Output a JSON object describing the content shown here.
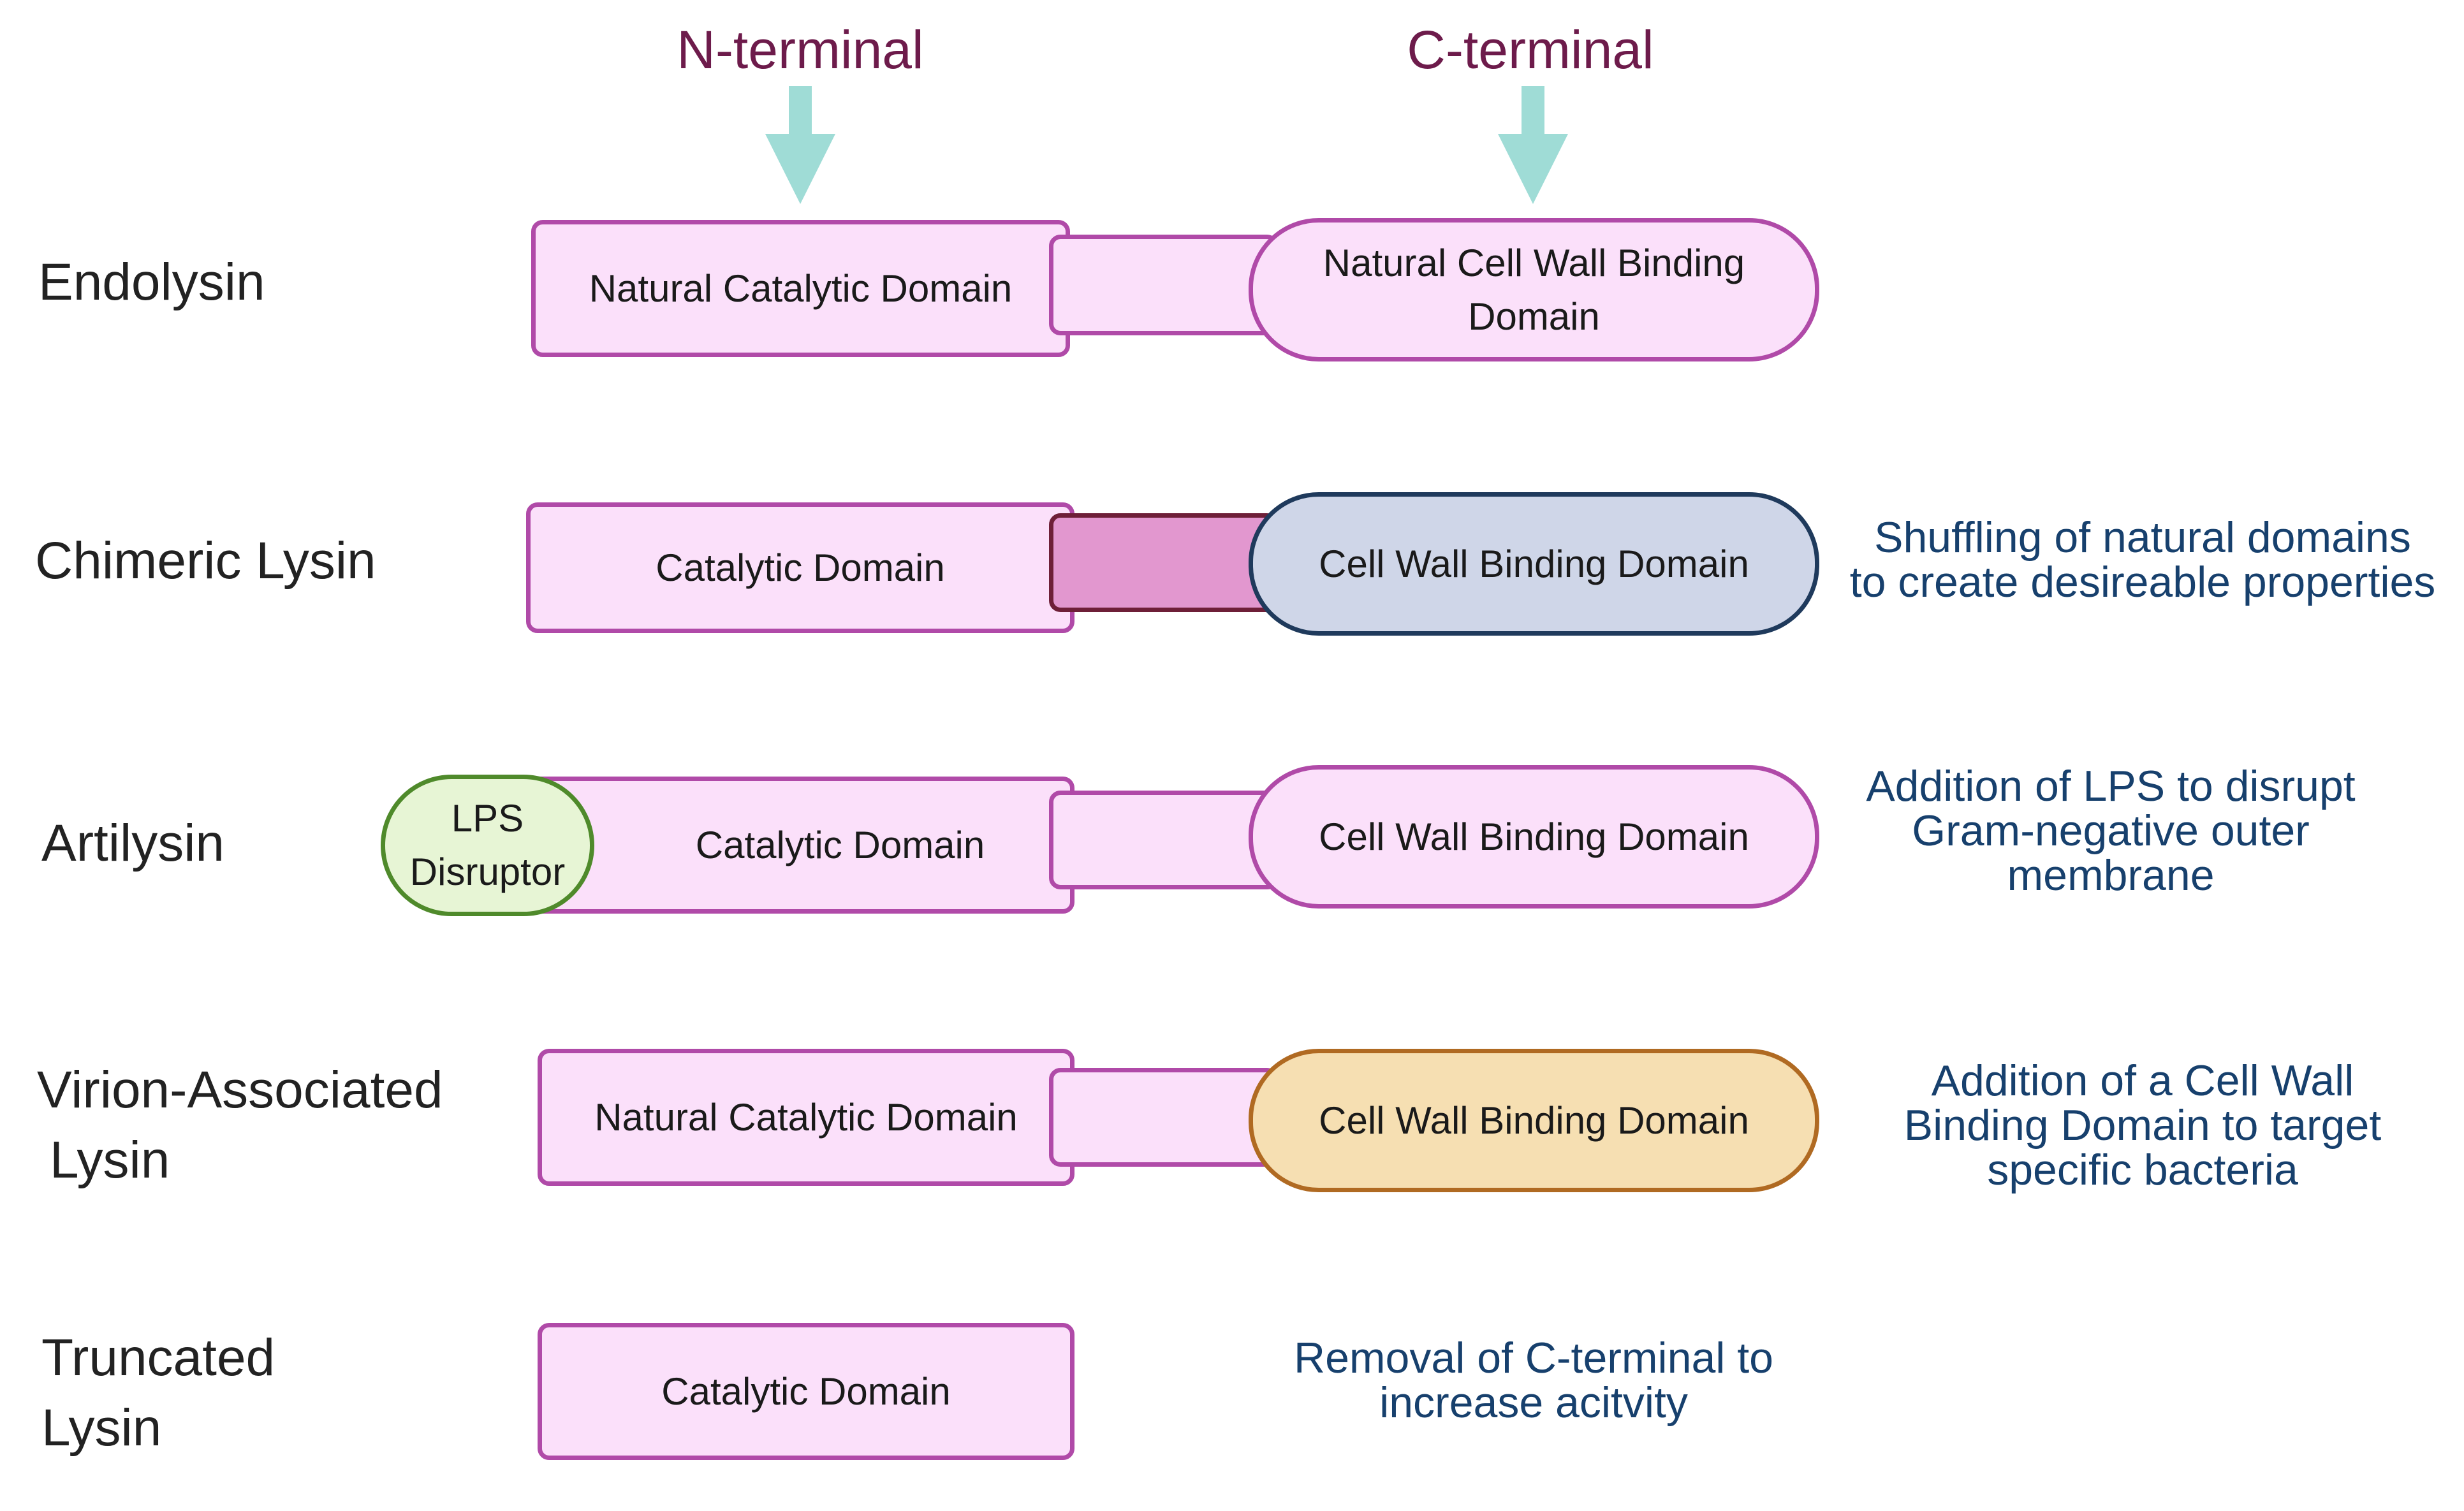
{
  "terminals": {
    "n": "N-terminal",
    "c": "C-terminal"
  },
  "rows": {
    "endolysin": {
      "label": "Endolysin",
      "n_domain": "Natural Catalytic Domain",
      "c_domain": "Natural Cell Wall Binding Domain"
    },
    "chimeric": {
      "label": "Chimeric Lysin",
      "n_domain": "Catalytic Domain",
      "c_domain": "Cell Wall Binding Domain",
      "note": [
        "Shuffling of natural domains",
        "to create desireable properties"
      ]
    },
    "artilysin": {
      "label": "Artilysin",
      "lps": [
        "LPS",
        "Disruptor"
      ],
      "n_domain": "Catalytic Domain",
      "c_domain": "Cell Wall Binding Domain",
      "note": [
        "Addition of LPS to disrupt",
        "Gram-negative outer",
        "membrane"
      ]
    },
    "virion": {
      "label": [
        "Virion-Associated",
        "Lysin"
      ],
      "n_domain": "Natural Catalytic Domain",
      "c_domain": "Cell Wall Binding Domain",
      "note": [
        "Addition of a Cell Wall",
        "Binding Domain to target",
        "specific bacteria"
      ]
    },
    "truncated": {
      "label": [
        "Truncated",
        "Lysin"
      ],
      "n_domain": "Catalytic Domain",
      "note": [
        "Removal of C-terminal to",
        "increase acitvity"
      ]
    }
  },
  "colors": {
    "terminal_text": "#6d1b4b",
    "arrow": "#9fdcd6",
    "domain_fill": "#fbe0fa",
    "domain_border": "#b04aa8",
    "linker_dark_fill": "#e297cf",
    "cwbd_blue_fill": "#cfd6e8",
    "cwbd_orange_fill": "#f6dfb2",
    "lps_green_fill": "#e7f5d5",
    "note_text": "#17406d"
  }
}
